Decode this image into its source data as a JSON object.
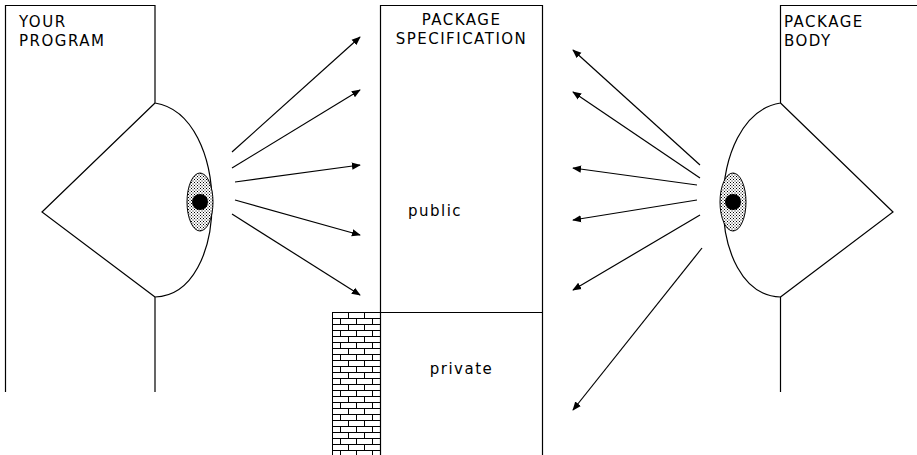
{
  "diagram": {
    "nodes": [
      {
        "text": [
          "YOUR PROGRAM"
        ]
      },
      {
        "text": [
          "PACKAGE SPECIFICATION",
          "public",
          "private"
        ]
      },
      {
        "text": [
          "PACKAGE BODY"
        ]
      }
    ],
    "edges": [
      {
        "from": 0,
        "to": 1,
        "arrow": "to"
      },
      {
        "from": 0,
        "to": 1,
        "arrow": "to"
      },
      {
        "from": 0,
        "to": 1,
        "arrow": "to"
      },
      {
        "from": 0,
        "to": 1,
        "arrow": "to"
      },
      {
        "from": 0,
        "to": 1,
        "arrow": "to"
      },
      {
        "from": 2,
        "to": 1,
        "arrow": "to"
      },
      {
        "from": 2,
        "to": 1,
        "arrow": "to"
      },
      {
        "from": 2,
        "to": 1,
        "arrow": "to"
      },
      {
        "from": 2,
        "to": 1,
        "arrow": "to"
      },
      {
        "from": 2,
        "to": 1,
        "arrow": "to"
      },
      {
        "from": 2,
        "to": 1,
        "arrow": "to"
      }
    ]
  }
}
